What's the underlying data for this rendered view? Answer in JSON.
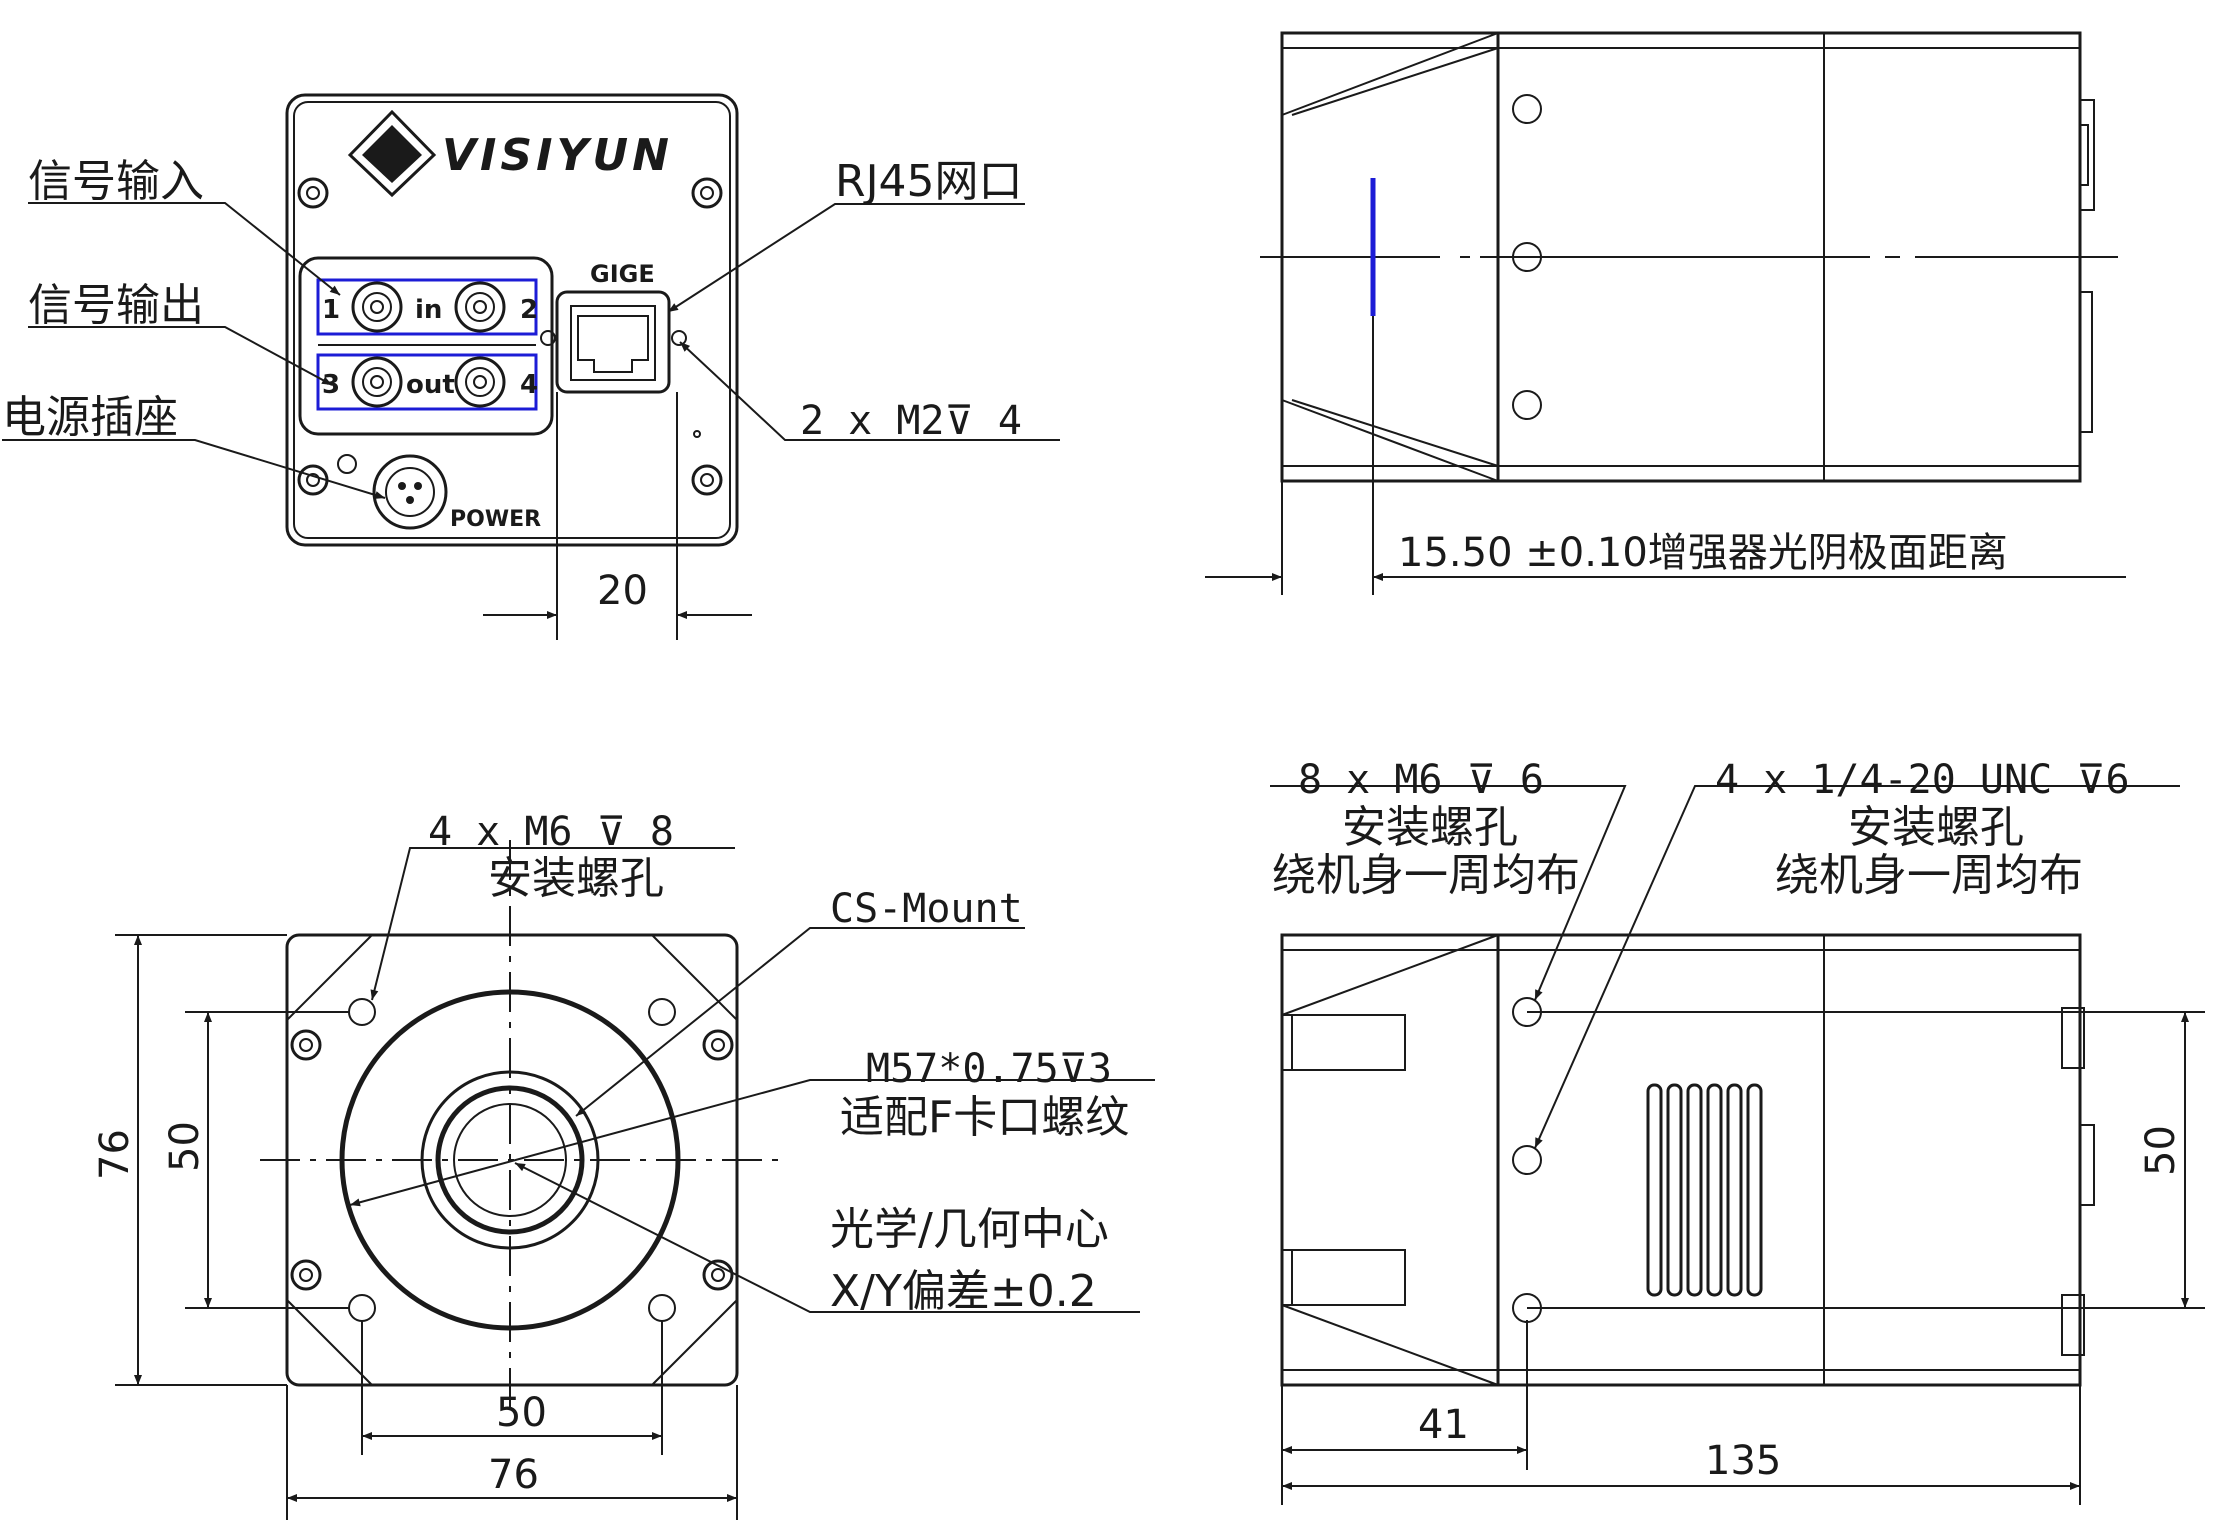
{
  "labels": {
    "signal_in": "信号输入",
    "signal_out": "信号输出",
    "power_socket": "电源插座",
    "rj45": "RJ45网口",
    "gige": "GIGE",
    "screw_2x": "2 x  M2⊽ 4",
    "dim_20": "20",
    "brand": "VISIYUN",
    "port_in": "in",
    "port_out": "out",
    "power": "POWER",
    "pin1": "1",
    "pin2": "2",
    "pin3": "3",
    "pin4": "4",
    "cathode_distance": "15.50 ±0.10增强器光阴极面距离",
    "mount_holes_line1": "4 x  M6  ⊽ 8",
    "mount_holes_line2": "安装螺孔",
    "cs_mount": "CS-Mount",
    "f_thread_line1": "M57*0.75⊽3",
    "f_thread_line2": "适配F卡口螺纹",
    "center_line1": "光学/几何中心",
    "center_line2": "X/Y偏差±0.2",
    "dim_front_50_h": "50",
    "dim_front_76_h": "76",
    "dim_front_50_v": "50",
    "dim_front_76_v": "76",
    "side_holes_a_line1": "8 x  M6 ⊽ 6",
    "side_holes_a_line2": "安装螺孔",
    "side_holes_a_line3": "绕机身一周均布",
    "side_holes_b_line1": "4 x 1/4-20 UNC  ⊽6",
    "side_holes_b_line2": "安装螺孔",
    "side_holes_b_line3": "绕机身一周均布",
    "dim_side_41": "41",
    "dim_side_135": "135",
    "dim_side_50": "50"
  },
  "colors": {
    "line": "#1a1a1a",
    "highlight": "#1c1cd6",
    "background": "#ffffff"
  }
}
